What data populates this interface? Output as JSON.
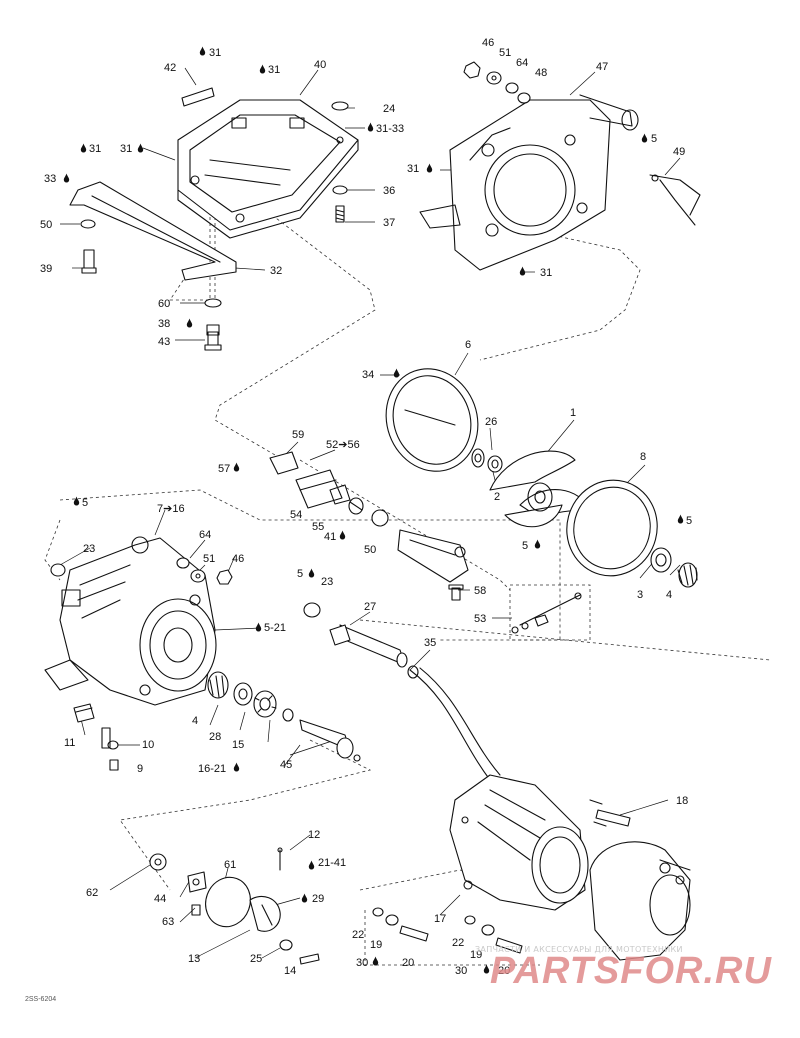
{
  "diagram": {
    "callouts": [
      {
        "id": "c42",
        "text": "42"
      },
      {
        "id": "c31a",
        "text": "31"
      },
      {
        "id": "c31b",
        "text": "31"
      },
      {
        "id": "c40",
        "text": "40"
      },
      {
        "id": "c24",
        "text": "24"
      },
      {
        "id": "c3133",
        "text": "31-33"
      },
      {
        "id": "c31c",
        "text": "31"
      },
      {
        "id": "c31d",
        "text": "31"
      },
      {
        "id": "c33",
        "text": "33"
      },
      {
        "id": "c36",
        "text": "36"
      },
      {
        "id": "c37",
        "text": "37"
      },
      {
        "id": "c50",
        "text": "50"
      },
      {
        "id": "c32",
        "text": "32"
      },
      {
        "id": "c39",
        "text": "39"
      },
      {
        "id": "c60",
        "text": "60"
      },
      {
        "id": "c38",
        "text": "38"
      },
      {
        "id": "c43",
        "text": "43"
      },
      {
        "id": "c46a",
        "text": "46"
      },
      {
        "id": "c51a",
        "text": "51"
      },
      {
        "id": "c64a",
        "text": "64"
      },
      {
        "id": "c48",
        "text": "48"
      },
      {
        "id": "c47",
        "text": "47"
      },
      {
        "id": "c5a",
        "text": "5"
      },
      {
        "id": "c49",
        "text": "49"
      },
      {
        "id": "c31e",
        "text": "31"
      },
      {
        "id": "c31f",
        "text": "31"
      },
      {
        "id": "c34",
        "text": "34"
      },
      {
        "id": "c6",
        "text": "6"
      },
      {
        "id": "c1",
        "text": "1"
      },
      {
        "id": "c26",
        "text": "26"
      },
      {
        "id": "c59",
        "text": "59"
      },
      {
        "id": "c5256",
        "text": "52➔56"
      },
      {
        "id": "c57",
        "text": "57"
      },
      {
        "id": "c2",
        "text": "2"
      },
      {
        "id": "c8",
        "text": "8"
      },
      {
        "id": "c54",
        "text": "54"
      },
      {
        "id": "c55",
        "text": "55"
      },
      {
        "id": "c41",
        "text": "41"
      },
      {
        "id": "c50b",
        "text": "50"
      },
      {
        "id": "c5b",
        "text": "5"
      },
      {
        "id": "c5c",
        "text": "5"
      },
      {
        "id": "c5d",
        "text": "5"
      },
      {
        "id": "c716",
        "text": "7➔16"
      },
      {
        "id": "c64b",
        "text": "64"
      },
      {
        "id": "c51b",
        "text": "51"
      },
      {
        "id": "c46b",
        "text": "46"
      },
      {
        "id": "c23a",
        "text": "23"
      },
      {
        "id": "c58",
        "text": "58"
      },
      {
        "id": "c53",
        "text": "53"
      },
      {
        "id": "c3",
        "text": "3"
      },
      {
        "id": "c4a",
        "text": "4"
      },
      {
        "id": "c5e",
        "text": "5"
      },
      {
        "id": "c23b",
        "text": "23"
      },
      {
        "id": "c27",
        "text": "27"
      },
      {
        "id": "c521",
        "text": "5-21"
      },
      {
        "id": "c35",
        "text": "35"
      },
      {
        "id": "c11",
        "text": "11"
      },
      {
        "id": "c4b",
        "text": "4"
      },
      {
        "id": "c28",
        "text": "28"
      },
      {
        "id": "c15",
        "text": "15"
      },
      {
        "id": "c10",
        "text": "10"
      },
      {
        "id": "c9",
        "text": "9"
      },
      {
        "id": "c1621",
        "text": "16-21"
      },
      {
        "id": "c45",
        "text": "45"
      },
      {
        "id": "c18",
        "text": "18"
      },
      {
        "id": "c12",
        "text": "12"
      },
      {
        "id": "c2141",
        "text": "21-41"
      },
      {
        "id": "c62",
        "text": "62"
      },
      {
        "id": "c61",
        "text": "61"
      },
      {
        "id": "c44",
        "text": "44"
      },
      {
        "id": "c29",
        "text": "29"
      },
      {
        "id": "c63",
        "text": "63"
      },
      {
        "id": "c17",
        "text": "17"
      },
      {
        "id": "c22a",
        "text": "22"
      },
      {
        "id": "c19a",
        "text": "19"
      },
      {
        "id": "c13",
        "text": "13"
      },
      {
        "id": "c25",
        "text": "25"
      },
      {
        "id": "c30a",
        "text": "30"
      },
      {
        "id": "c20a",
        "text": "20"
      },
      {
        "id": "c22b",
        "text": "22"
      },
      {
        "id": "c19b",
        "text": "19"
      },
      {
        "id": "c30b",
        "text": "30"
      },
      {
        "id": "c20b",
        "text": "20"
      },
      {
        "id": "c14",
        "text": "14"
      }
    ],
    "reference_code": "2SS-6204"
  },
  "watermark": {
    "caption": "ЗАПЧАСТИ И АКСЕССУАРЫ ДЛЯ МОТОТЕХНИКИ",
    "logo": "PARTSFOR.RU",
    "color": "#e08a8a"
  }
}
